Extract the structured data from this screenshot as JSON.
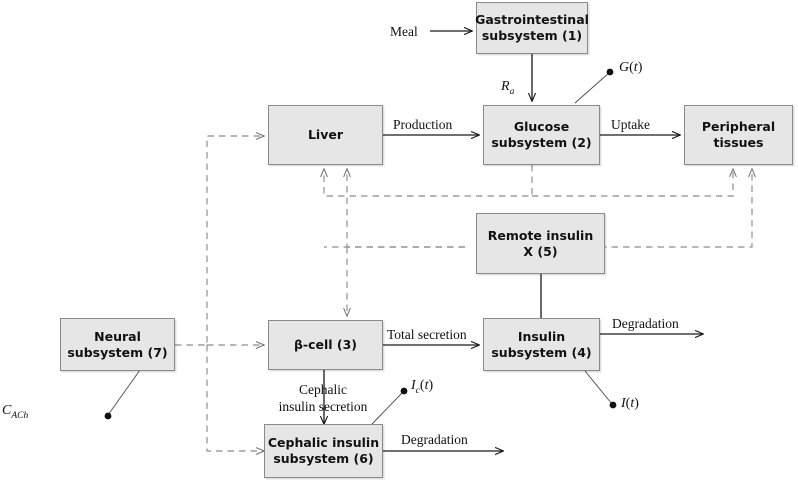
{
  "diagram": {
    "title": "Glucose-insulin regulatory model block diagram",
    "type": "block-diagram",
    "colors": {
      "box_fill": "#e6e6e6",
      "box_border": "#8a8a8a",
      "solid_line": "#1a1a1a",
      "dashed_line": "#8c8c8c",
      "text": "#111111",
      "background": "#ffffff"
    },
    "boxes": [
      {
        "id": "gi",
        "label_line1": "Gastrointestinal",
        "label_line2": "subsystem (1)"
      },
      {
        "id": "liver",
        "label_line1": "Liver",
        "label_line2": ""
      },
      {
        "id": "glucose",
        "label_line1": "Glucose",
        "label_line2": "subsystem (2)"
      },
      {
        "id": "peripheral",
        "label_line1": "Peripheral",
        "label_line2": "tissues"
      },
      {
        "id": "remote",
        "label_line1": "Remote insulin",
        "label_line2": "X (5)"
      },
      {
        "id": "beta",
        "label_line1": "β-cell (3)",
        "label_line2": ""
      },
      {
        "id": "insulin",
        "label_line1": "Insulin",
        "label_line2": "subsystem (4)"
      },
      {
        "id": "neural",
        "label_line1": "Neural",
        "label_line2": "subsystem (7)"
      },
      {
        "id": "cephalic",
        "label_line1": "Cephalic insulin",
        "label_line2": "subsystem (6)"
      }
    ],
    "edge_labels": {
      "meal": "Meal",
      "ra": "Ra",
      "production": "Production",
      "uptake": "Uptake",
      "total_secretion": "Total secretion",
      "cephalic_secretion_line1": "Cephalic",
      "cephalic_secretion_line2": "insulin secretion",
      "degradation_insulin": "Degradation",
      "degradation_cephalic": "Degradation"
    },
    "signals": [
      {
        "id": "g_t",
        "base": "G",
        "sub": "",
        "arg": "(t)"
      },
      {
        "id": "i_t",
        "base": "I",
        "sub": "",
        "arg": "(t)"
      },
      {
        "id": "ic_t",
        "base": "I",
        "sub": "c",
        "arg": "(t)"
      },
      {
        "id": "cach",
        "base": "C",
        "sub": "ACh",
        "arg": ""
      }
    ]
  }
}
